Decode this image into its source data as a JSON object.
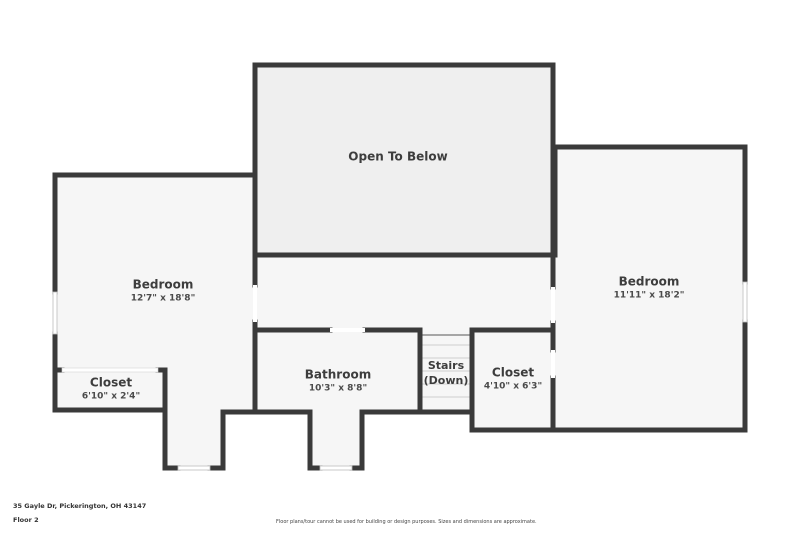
{
  "plan": {
    "floor_label": "Floor 2",
    "address": "35 Gayle Dr, Pickerington, OH 43147",
    "disclaimer": "Floor plans/tour cannot be used for building or design purposes. Sizes and dimensions are approximate.",
    "colors": {
      "wall": "#3a3a3a",
      "floor": "#f6f6f6",
      "open_area": "#efefef",
      "window": "#ffffff"
    },
    "rooms": [
      {
        "name": "Open To Below",
        "dimensions": ""
      },
      {
        "name": "Bedroom",
        "dimensions": "12'7\" x 18'8\""
      },
      {
        "name": "Closet",
        "dimensions": "6'10\" x 2'4\""
      },
      {
        "name": "Bathroom",
        "dimensions": "10'3\" x 8'8\""
      },
      {
        "name": "Stairs (Down)",
        "dimensions": "",
        "line1": "Stairs",
        "line2": "(Down)"
      },
      {
        "name": "Closet",
        "dimensions": "4'10\" x 6'3\""
      },
      {
        "name": "Bedroom",
        "dimensions": "11'11\" x 18'2\""
      }
    ]
  }
}
